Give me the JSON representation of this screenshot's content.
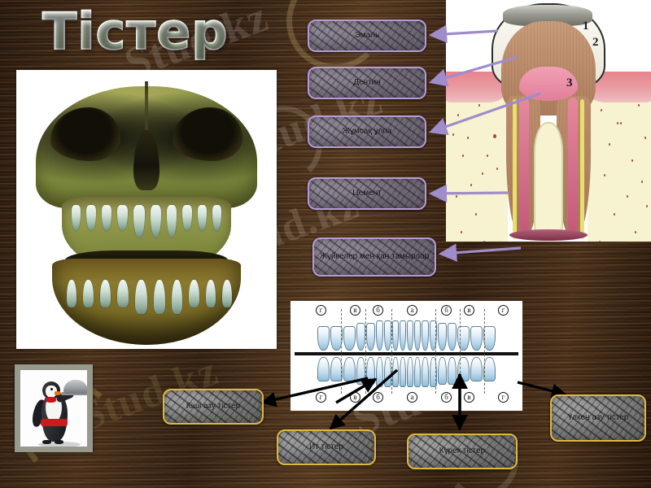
{
  "slide": {
    "title": "Тістер",
    "watermark": "Stud.kz"
  },
  "tooth_structure_callouts": [
    {
      "id": "enamel",
      "label": "Эмаль"
    },
    {
      "id": "dentin",
      "label": "Дентин"
    },
    {
      "id": "pulp",
      "label": "Жұмсақ ұлпа"
    },
    {
      "id": "cement",
      "label": "Цемент"
    },
    {
      "id": "nerves",
      "label": "Жүйкелер мен қан тамырлар"
    }
  ],
  "tooth_type_callouts": [
    {
      "id": "premolars",
      "label": "Кіші азу тістер"
    },
    {
      "id": "canines",
      "label": "Ит тістер"
    },
    {
      "id": "incisors",
      "label": "Күрек тістер"
    },
    {
      "id": "molars",
      "label": "Үлкен азу тістер"
    }
  ],
  "tooth_section_numbers": [
    "1",
    "2",
    "3"
  ],
  "dental_arch": {
    "top_codes": [
      "г",
      "в",
      "б",
      "а",
      "б",
      "в",
      "г"
    ],
    "bottom_codes": [
      "г",
      "в",
      "б",
      "а",
      "б",
      "в",
      "г"
    ]
  },
  "colors": {
    "background_wood": "#4a3322",
    "callout_border_purple": "#b79ad6",
    "callout_border_gold": "#e0b83a",
    "callout_fill": "#787878",
    "arrow_purple": "#9f8ccb",
    "arrow_black": "#000000",
    "title_gradient_light": "#f4f7f2",
    "title_gradient_dark": "#93a88a"
  },
  "icons": {
    "arrow": "arrow-icon"
  }
}
